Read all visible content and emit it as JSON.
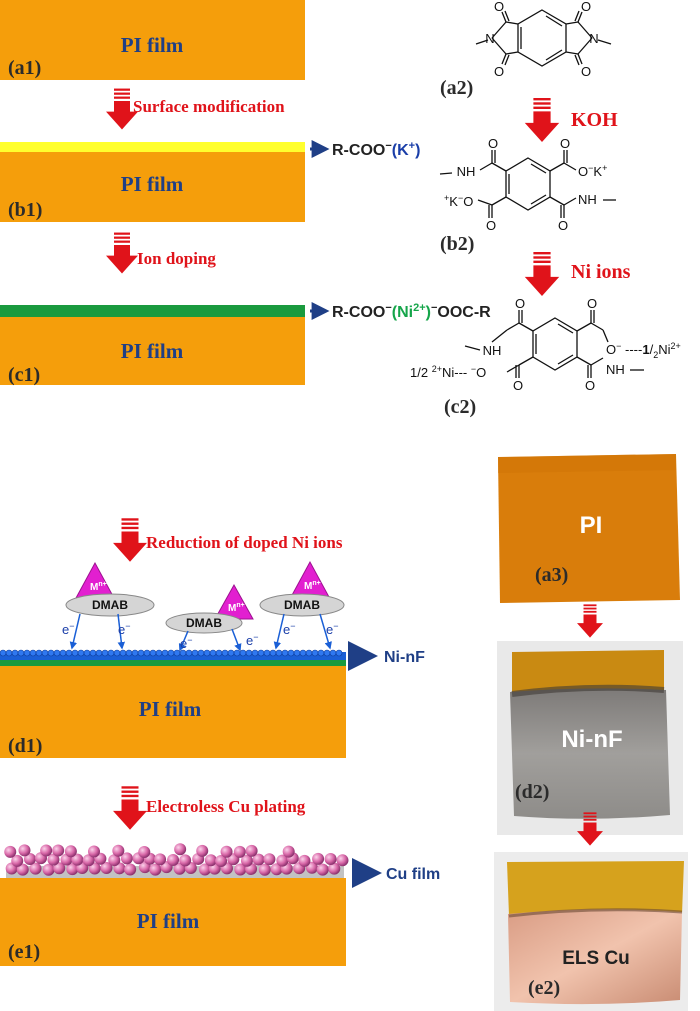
{
  "panels": {
    "a1": {
      "film_label": "PI film",
      "tag": "(a1)"
    },
    "b1": {
      "film_label": "PI film",
      "tag": "(b1)",
      "layer_label_main": "R-COO",
      "layer_label_ion": "(K",
      "layer_label_ion_close": ")"
    },
    "c1": {
      "film_label": "PI film",
      "tag": "(c1)",
      "layer_label_main": "R-COO",
      "layer_label_ion": "(Ni",
      "layer_label_ion_close": ")",
      "layer_label_tail": "OOC-R"
    },
    "a2": {
      "tag": "(a2)"
    },
    "b2": {
      "tag": "(b2)",
      "k_right": "O",
      "k_ion": "K",
      "k_left": "K",
      "nh": "NH",
      "o": "O"
    },
    "c2": {
      "tag": "(c2)",
      "half": "1/2",
      "ni": "Ni",
      "half_right": "1",
      "two": "2",
      "nh": "NH",
      "o": "O"
    },
    "d1": {
      "film_label": "PI film",
      "tag": "(d1)",
      "layer_label": "Ni-nF",
      "reducer": "DMAB",
      "metal": "M",
      "metal_sup": "n+",
      "electron": "e"
    },
    "e1": {
      "film_label": "PI film",
      "tag": "(e1)",
      "layer_label": "Cu film"
    },
    "a3": {
      "label": "PI",
      "tag": "(a3)"
    },
    "d2": {
      "label": "Ni-nF",
      "tag": "(d2)"
    },
    "e2": {
      "label": "ELS Cu",
      "tag": "(e2)"
    }
  },
  "steps": {
    "surface_modification": "Surface modification",
    "ion_doping": "Ion doping",
    "koh": "KOH",
    "ni_ions": "Ni ions",
    "reduction": "Reduction of doped Ni ions",
    "electroless": "Electroless Cu plating"
  },
  "colors": {
    "pi_orange": "#f59e0b",
    "film_text": "#1f3f86",
    "step_red": "#e0131a",
    "yellow_layer": "#ffff2e",
    "green_layer": "#1a9a3e",
    "ni_blue": "#1a5fd6",
    "cu_pink": "#d968a8",
    "triangle_magenta": "#e21fd0",
    "arrow_navy": "#1f3f86",
    "k_blue": "#1a3ea8",
    "ni_green": "#15a54a"
  }
}
